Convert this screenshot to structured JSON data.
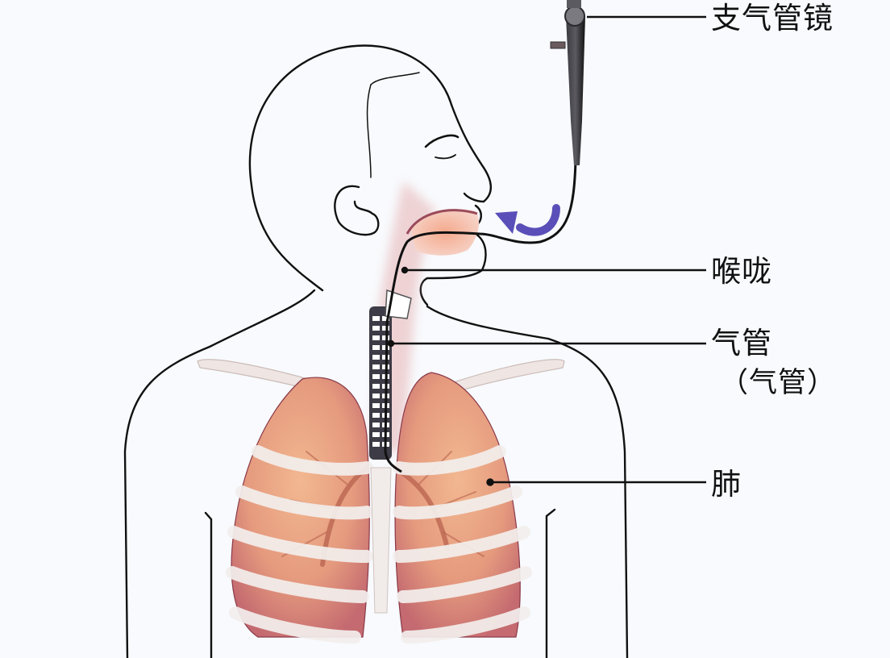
{
  "diagram": {
    "type": "anatomical-illustration",
    "subject": "bronchoscopy",
    "colors": {
      "background": "#f8fafd",
      "outline": "#111111",
      "lung": "#e9a383",
      "lung_dark": "#c0646a",
      "rib": "#f1ece9",
      "arrow": "#5a4fb8",
      "scope": "#2a2a2e"
    },
    "labels": [
      {
        "id": "bronchoscope",
        "text": "支气管镜"
      },
      {
        "id": "throat",
        "text": "喉咙"
      },
      {
        "id": "trachea",
        "text": "气管"
      },
      {
        "id": "trachea_alt",
        "text": "（气管）"
      },
      {
        "id": "lung",
        "text": "肺"
      }
    ]
  }
}
